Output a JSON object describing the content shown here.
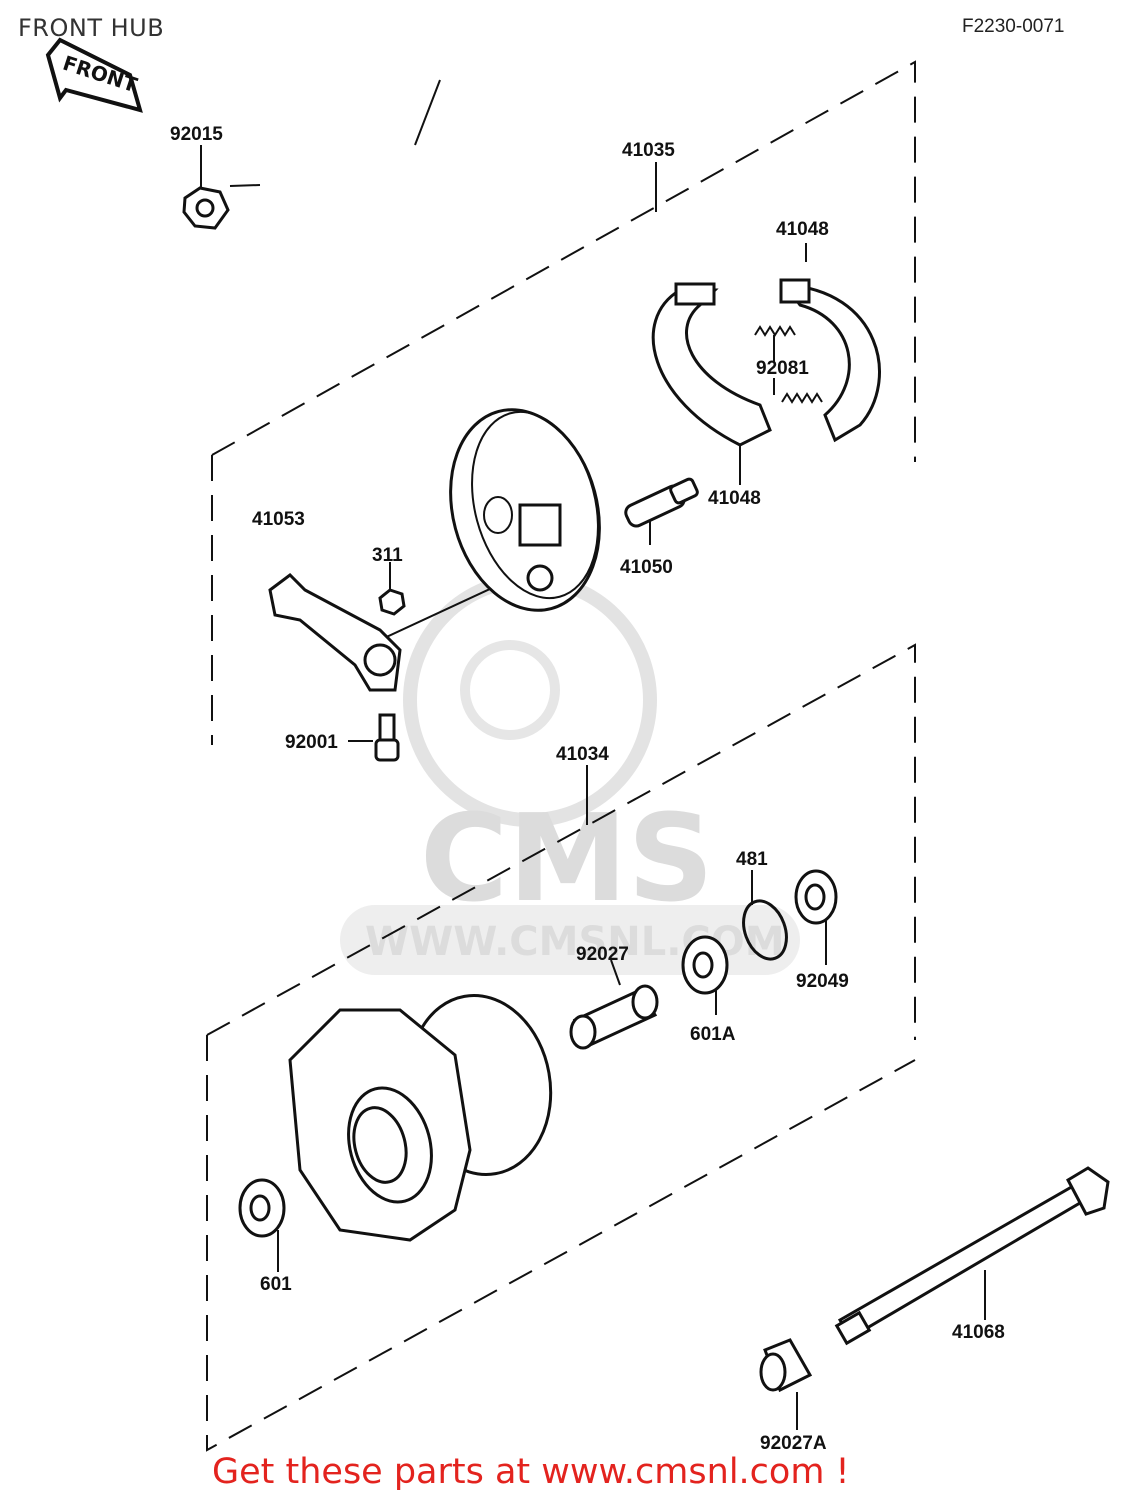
{
  "header": {
    "title": "FRONT HUB",
    "diagram_code": "F2230-0071"
  },
  "orientation_marker": {
    "label": "FRONT"
  },
  "watermark": {
    "brand": "CMS",
    "url": "WWW.CMSNL.COM"
  },
  "parts": [
    {
      "id": "p92015",
      "number": "92015"
    },
    {
      "id": "p41035",
      "number": "41035"
    },
    {
      "id": "p41048a",
      "number": "41048"
    },
    {
      "id": "p92081",
      "number": "92081"
    },
    {
      "id": "p41048b",
      "number": "41048"
    },
    {
      "id": "p41053",
      "number": "41053"
    },
    {
      "id": "p311",
      "number": "311"
    },
    {
      "id": "p41050",
      "number": "41050"
    },
    {
      "id": "p92001",
      "number": "92001"
    },
    {
      "id": "p41034",
      "number": "41034"
    },
    {
      "id": "p481",
      "number": "481"
    },
    {
      "id": "p92027",
      "number": "92027"
    },
    {
      "id": "p92049",
      "number": "92049"
    },
    {
      "id": "p601A",
      "number": "601A"
    },
    {
      "id": "p601",
      "number": "601"
    },
    {
      "id": "p41068",
      "number": "41068"
    },
    {
      "id": "p92027A",
      "number": "92027A"
    }
  ],
  "footer": {
    "text": "Get these parts at www.cmsnl.com !",
    "color": "#e3231e"
  }
}
